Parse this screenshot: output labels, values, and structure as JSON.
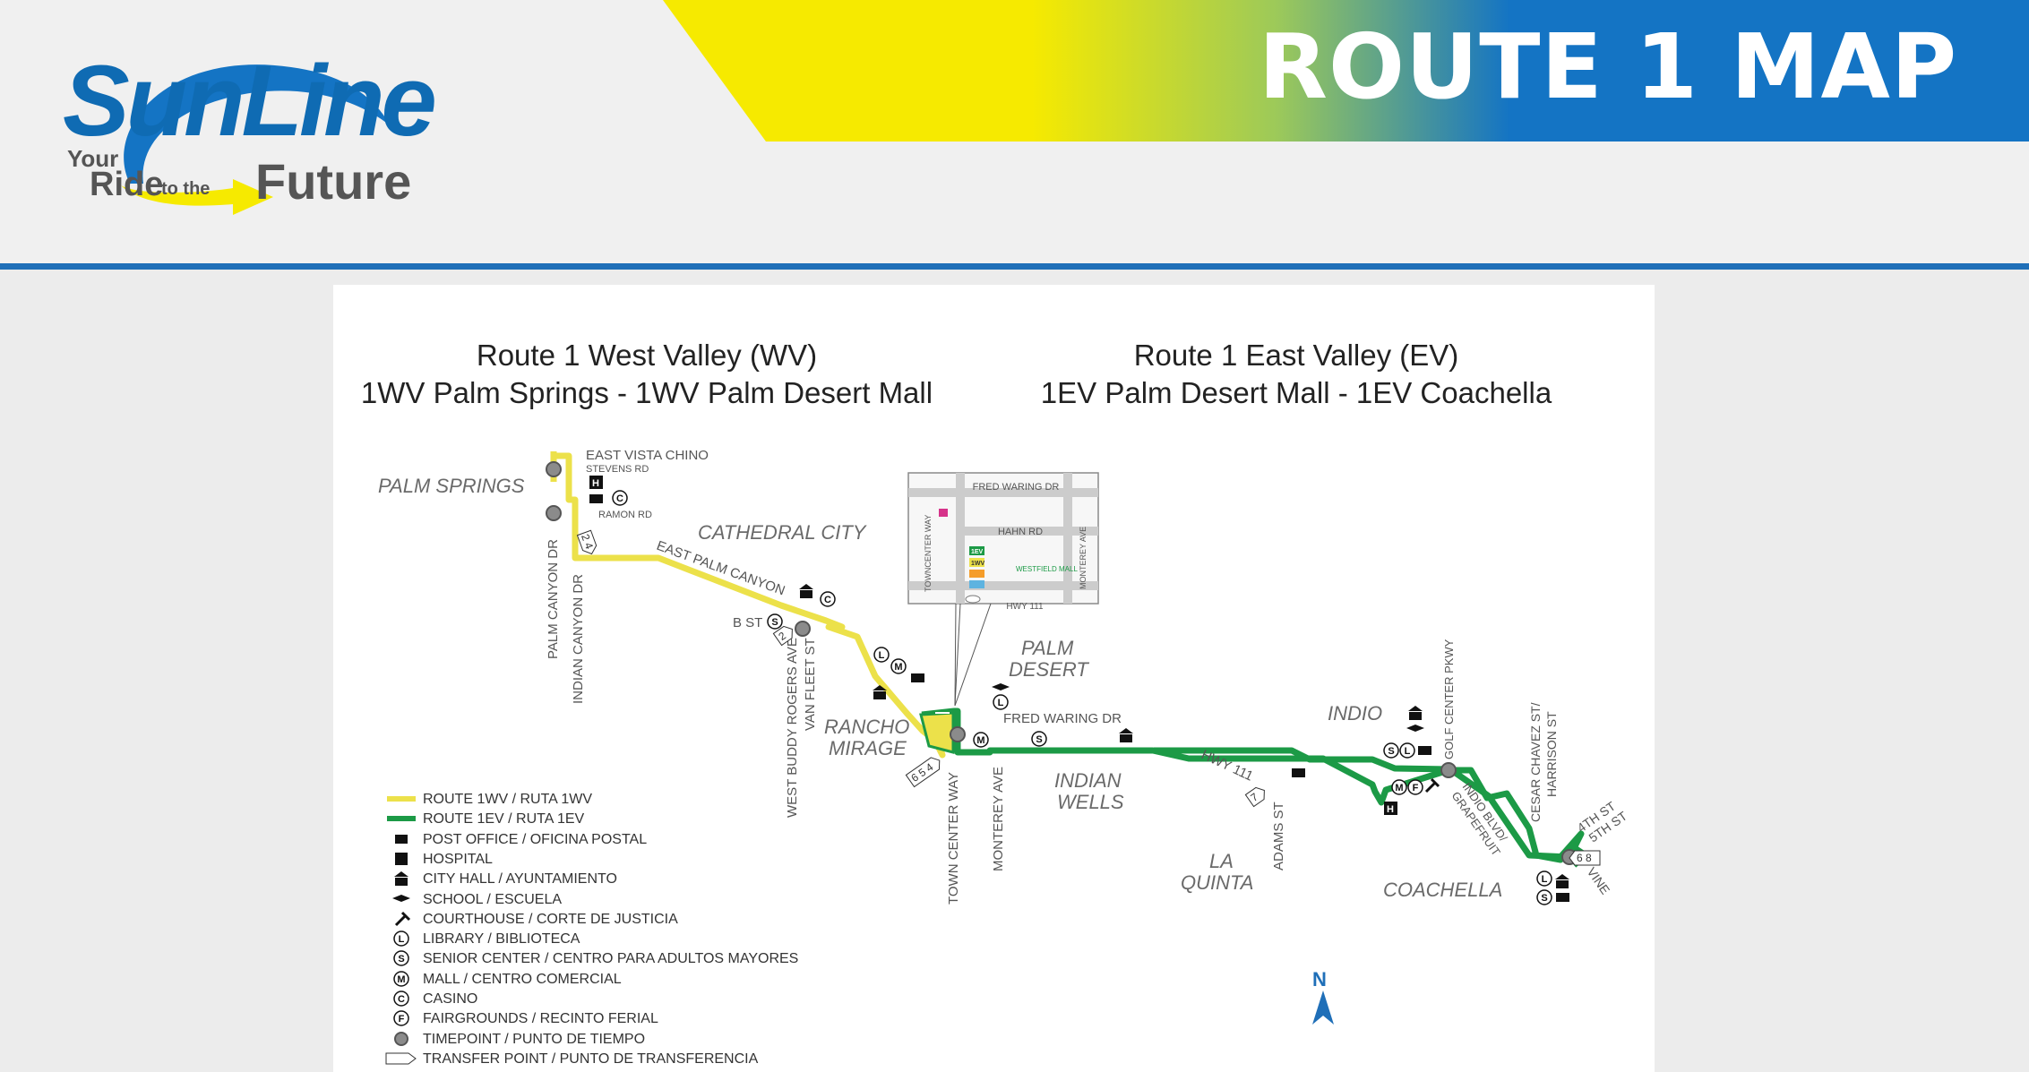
{
  "header": {
    "title": "ROUTE 1 MAP",
    "colors": {
      "yellow": "#f5e600",
      "blue": "#1474c4",
      "rule": "#1f6fb8"
    }
  },
  "logo": {
    "wordmark": "SunLine",
    "tagline_your": "Your",
    "tagline_ride": "Ride",
    "tagline_tothe": "to the",
    "tagline_future": "Future"
  },
  "map": {
    "wv_title": "Route 1 West Valley (WV)",
    "wv_subtitle": "1WV Palm Springs - 1WV Palm Desert Mall",
    "ev_title": "Route 1 East Valley (EV)",
    "ev_subtitle": "1EV Palm Desert Mall - 1EV Coachella",
    "route_colors": {
      "wv": "#ece14a",
      "ev": "#1c9a46"
    },
    "cities": {
      "palm_springs": "PALM SPRINGS",
      "cathedral_city": "CATHEDRAL CITY",
      "rancho": "RANCHO",
      "mirage": "MIRAGE",
      "palm": "PALM",
      "desert": "DESERT",
      "indian": "INDIAN",
      "wells": "WELLS",
      "la": "LA",
      "quinta": "QUINTA",
      "indio": "INDIO",
      "coachella": "COACHELLA"
    },
    "streets": {
      "east_vista_chino": "EAST VISTA CHINO",
      "stevens_rd": "STEVENS RD",
      "ramon_rd": "RAMON RD",
      "palm_canyon_dr": "PALM CANYON DR",
      "indian_canyon_dr": "INDIAN CANYON DR",
      "east_palm_canyon": "EAST PALM CANYON",
      "b_st": "B ST",
      "west_buddy_rogers_ave": "WEST BUDDY ROGERS AVE",
      "van_fleet_st": "VAN FLEET ST",
      "town_center_way": "TOWN CENTER WAY",
      "monterey_ave": "MONTEREY AVE",
      "fred_waring_dr": "FRED WARING DR",
      "hwy_111": "HWY 111",
      "adams_st": "ADAMS ST",
      "golf_center_pkwy": "GOLF CENTER PKWY",
      "indio_blvd": "INDIO BLVD/",
      "grapefruit": "GRAPEFRUIT",
      "cesar_chavez": "CESAR CHAVEZ ST/",
      "harrison_st": "HARRISON ST",
      "fourth_st": "4TH ST",
      "fifth_st": "5TH ST",
      "vine": "VINE"
    },
    "inset": {
      "fred_waring_dr": "FRED WARING DR",
      "hahn_rd": "HAHN RD",
      "towncenter_way": "TOWNCENTER WAY",
      "monterey_ave": "MONTEREY AVE",
      "westfield_mall": "WESTFIELD MALL",
      "hwy_111": "HWY 111",
      "bay_1ev": "1EV",
      "bay_1wv": "1WV"
    },
    "transfers": {
      "ramon": "2 4",
      "b_st": "2",
      "town_center": "6 5 4",
      "adams": "7",
      "coachella": "6 8"
    },
    "north": "N"
  },
  "legend": [
    {
      "label": "ROUTE 1WV / RUTA 1WV",
      "icon": "yellow-line-icon"
    },
    {
      "label": "ROUTE 1EV / RUTA 1EV",
      "icon": "green-line-icon"
    },
    {
      "label": "POST OFFICE / OFICINA POSTAL",
      "icon": "post-office-icon"
    },
    {
      "label": "HOSPITAL",
      "icon": "hospital-icon"
    },
    {
      "label": "CITY HALL / AYUNTAMIENTO",
      "icon": "city-hall-icon"
    },
    {
      "label": "SCHOOL / ESCUELA",
      "icon": "school-icon"
    },
    {
      "label": "COURTHOUSE / CORTE DE JUSTICIA",
      "icon": "courthouse-icon"
    },
    {
      "label": "LIBRARY / BIBLIOTECA",
      "icon": "library-icon"
    },
    {
      "label": "SENIOR CENTER / CENTRO PARA ADULTOS MAYORES",
      "icon": "senior-center-icon"
    },
    {
      "label": "MALL / CENTRO COMERCIAL",
      "icon": "mall-icon"
    },
    {
      "label": "CASINO",
      "icon": "casino-icon"
    },
    {
      "label": "FAIRGROUNDS / RECINTO FERIAL",
      "icon": "fairgrounds-icon"
    },
    {
      "label": "TIMEPOINT / PUNTO DE TIEMPO",
      "icon": "timepoint-icon"
    },
    {
      "label": "TRANSFER POINT / PUNTO DE TRANSFERENCIA",
      "icon": "transfer-point-icon"
    }
  ],
  "legend_symbols": {
    "hospital": "H",
    "library": "L",
    "senior": "S",
    "mall": "M",
    "casino": "C",
    "fairgrounds": "F"
  }
}
